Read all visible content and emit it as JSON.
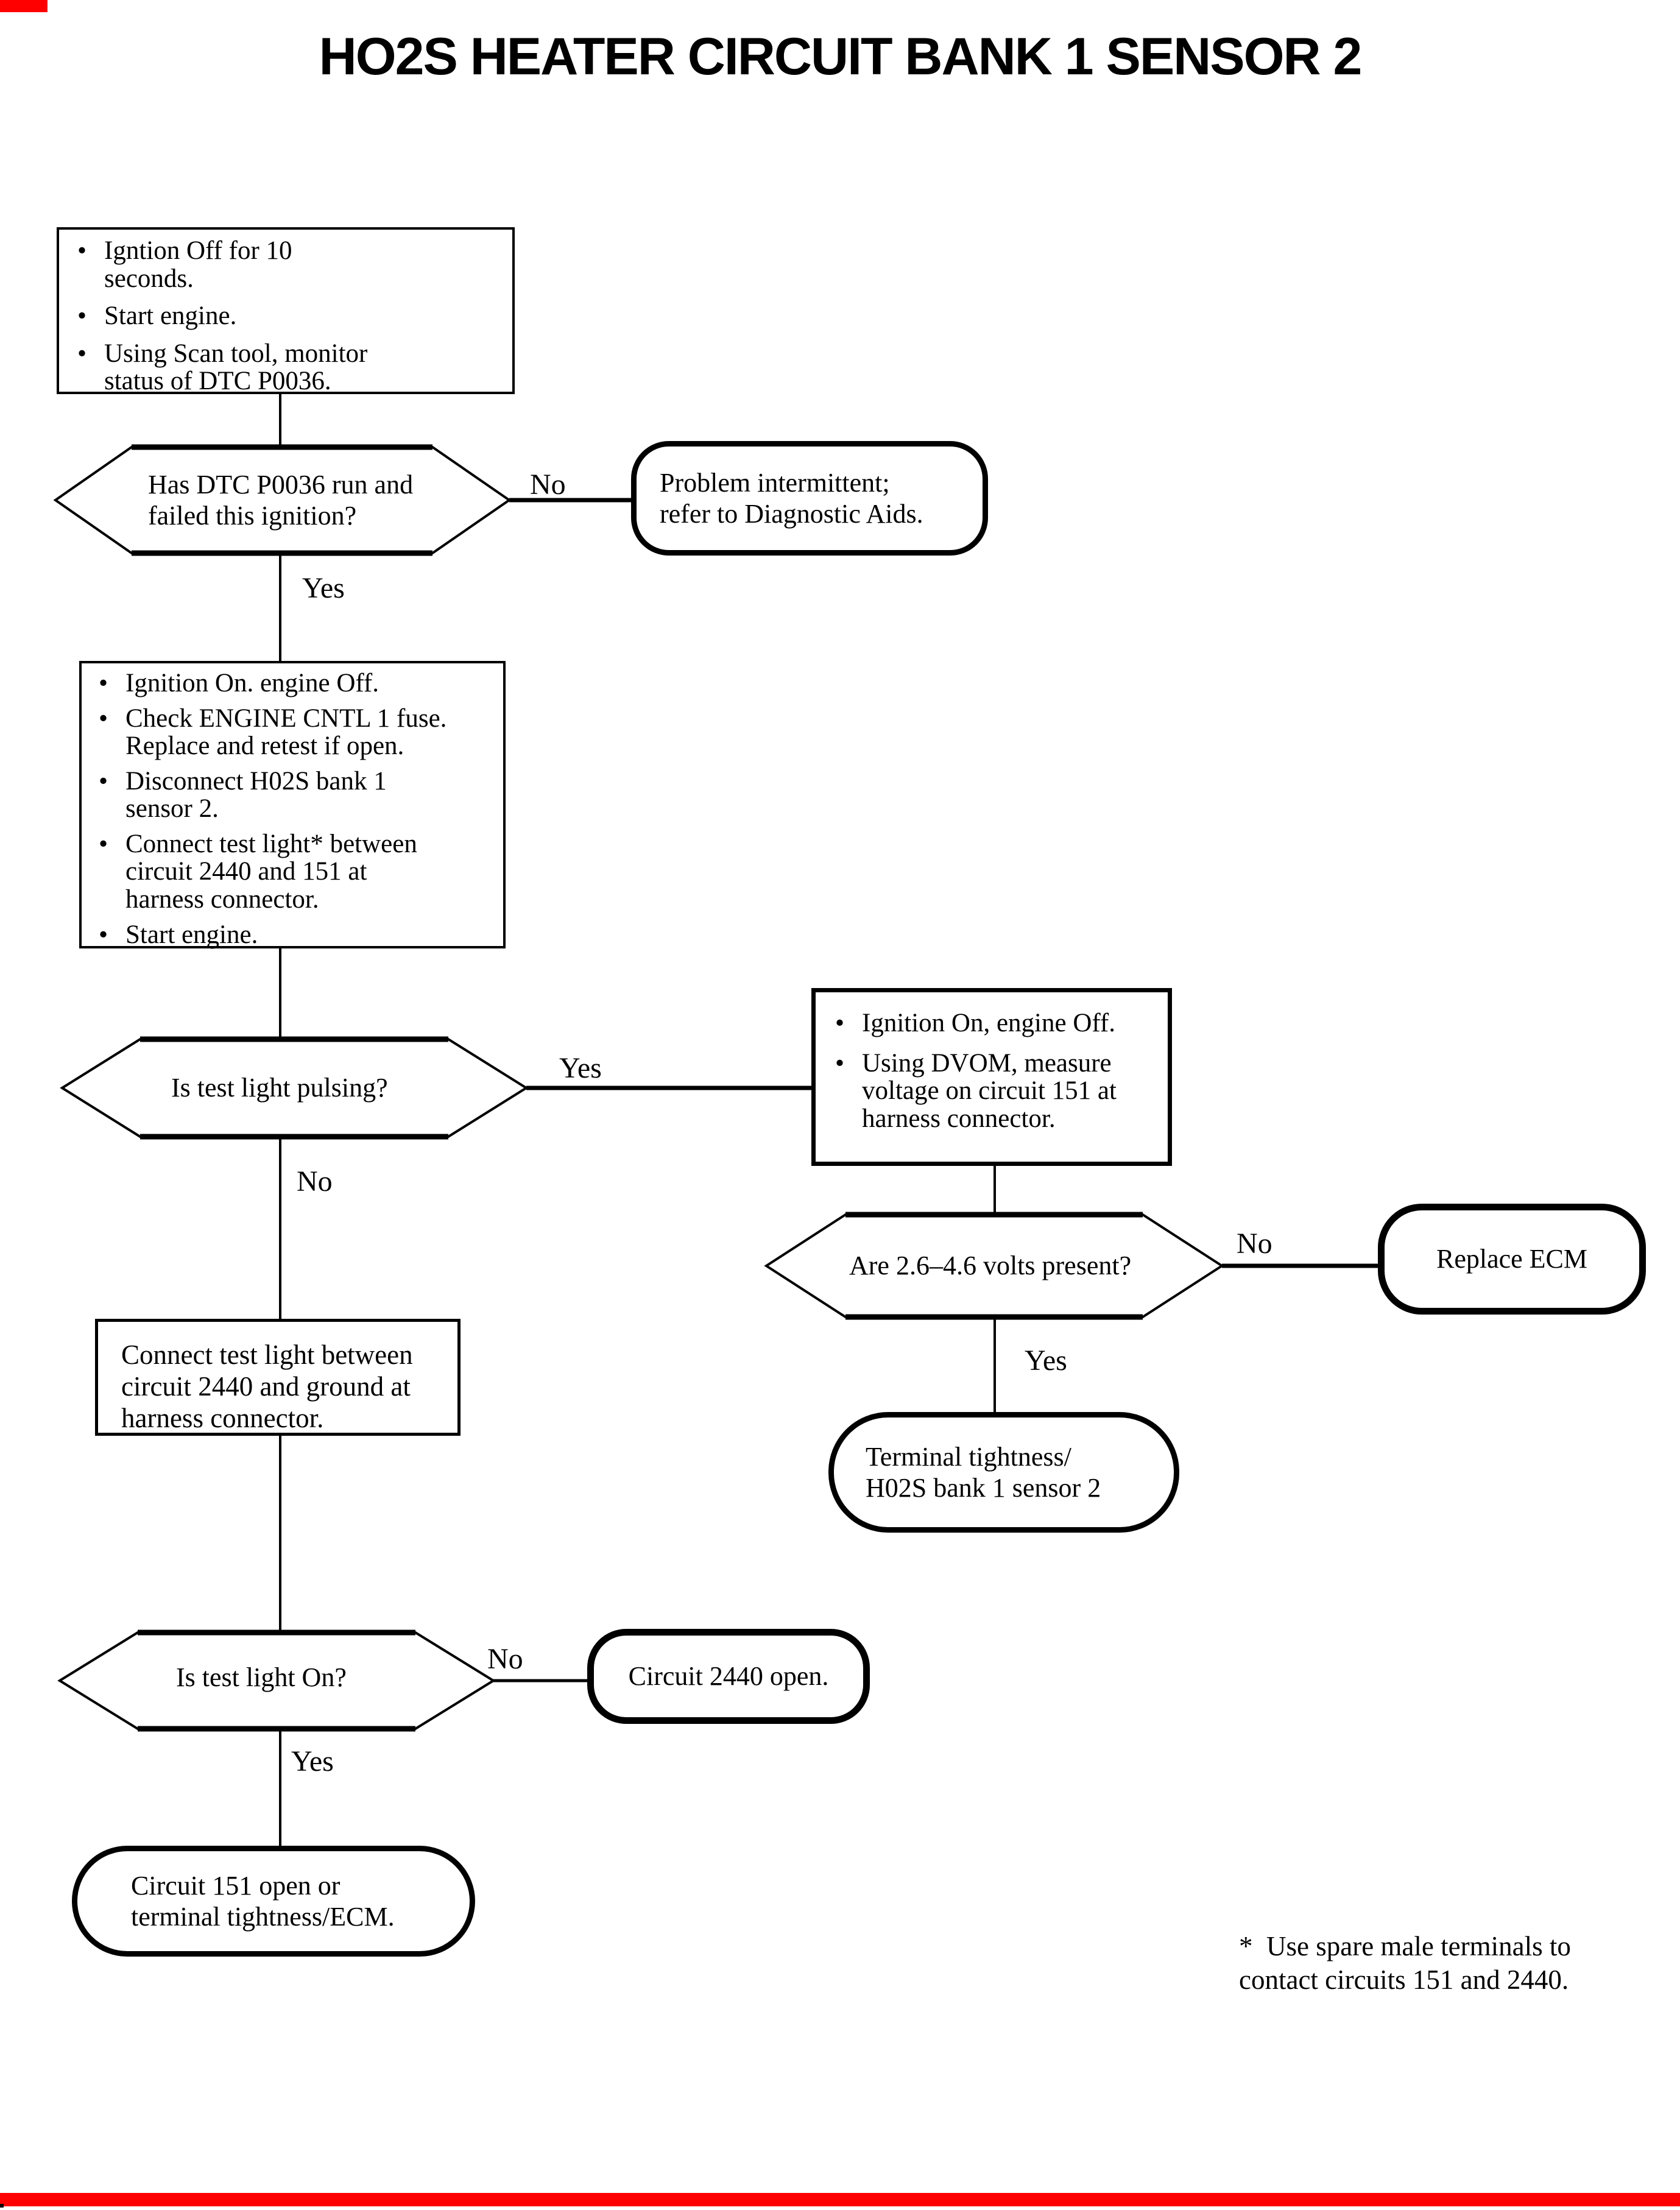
{
  "title": "HO2S HEATER CIRCUIT BANK 1 SENSOR 2",
  "colors": {
    "ink": "#000000",
    "paper": "#ffffff",
    "edge_marker": "#ff0000"
  },
  "nodes": {
    "start_steps": {
      "items": [
        "Igntion Off for 10\nseconds.",
        "Start engine.",
        "Using Scan tool, monitor\nstatus of DTC P0036."
      ]
    },
    "q_dtc_run": {
      "question": "Has DTC P0036 run and\nfailed this ignition?"
    },
    "end_intermittent": {
      "text": "Problem intermittent;\nrefer to Diagnostic Aids."
    },
    "action_steps": {
      "items": [
        "Ignition On. engine Off.",
        "Check ENGINE CNTL 1 fuse.\nReplace and retest if open.",
        "Disconnect H02S bank 1\nsensor 2.",
        "Connect test light* between\ncircuit 2440 and 151 at\nharness connector.",
        "Start engine."
      ]
    },
    "q_light_pulsing": {
      "question": "Is test light pulsing?"
    },
    "dvom_steps": {
      "items": [
        "Ignition On, engine Off.",
        "Using DVOM, measure\nvoltage on circuit 151 at\nharness connector."
      ]
    },
    "q_volts": {
      "question": "Are 2.6–4.6 volts present?"
    },
    "end_replace_ecm": {
      "text": "Replace ECM"
    },
    "end_terminal_tightness": {
      "text": "Terminal tightness/\nH02S bank 1 sensor 2"
    },
    "ground_test": {
      "text": "Connect test light between\ncircuit 2440 and ground at\nharness connector."
    },
    "q_light_on": {
      "question": "Is test light On?"
    },
    "end_circuit_2440": {
      "text": "Circuit 2440 open."
    },
    "end_circuit_151": {
      "text": "Circuit 151 open or\nterminal tightness/ECM."
    }
  },
  "edge_labels": {
    "q_dtc_no": "No",
    "q_dtc_yes": "Yes",
    "q_pulsing_yes": "Yes",
    "q_pulsing_no": "No",
    "q_volts_no": "No",
    "q_volts_yes": "Yes",
    "q_light_no": "No",
    "q_light_yes": "Yes"
  },
  "footnote": "*  Use spare male terminals to\ncontact circuits 151 and 2440."
}
